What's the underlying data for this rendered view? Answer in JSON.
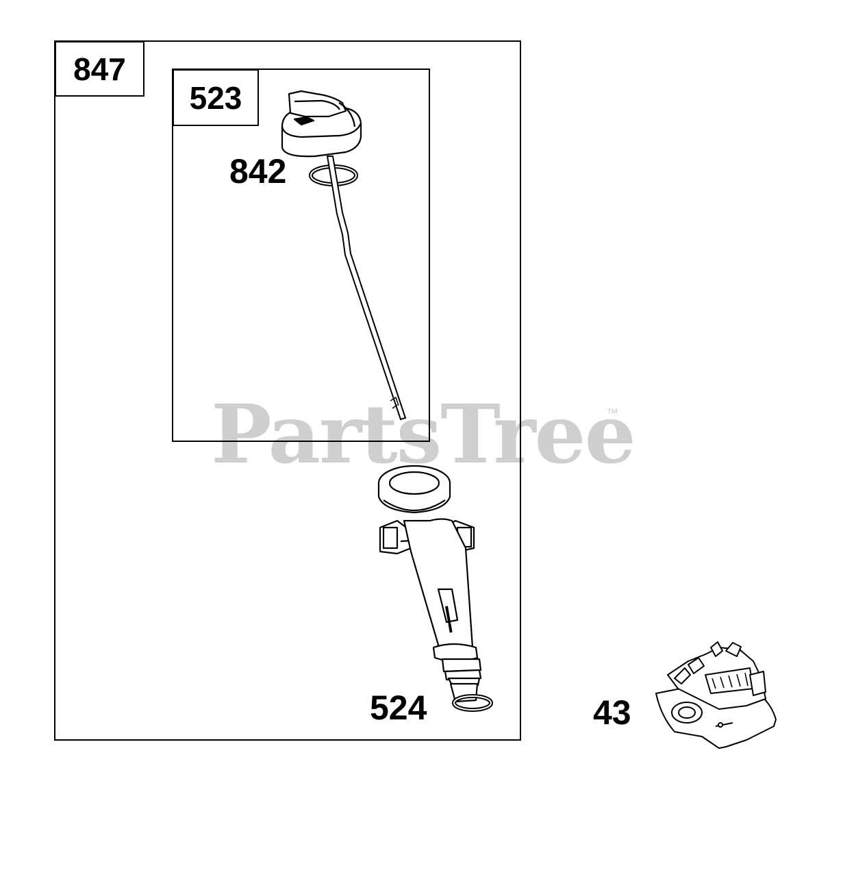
{
  "diagram": {
    "outer_box": {
      "label": "847"
    },
    "inner_box": {
      "label": "523"
    },
    "callouts": {
      "dipstick_oring": "842",
      "dipstick_tube": "524",
      "governor": "43"
    }
  },
  "watermark": {
    "text": "PartsTree",
    "trademark": "™"
  },
  "colors": {
    "line": "#000000",
    "watermark": "#cfcfcf",
    "background": "#ffffff"
  }
}
